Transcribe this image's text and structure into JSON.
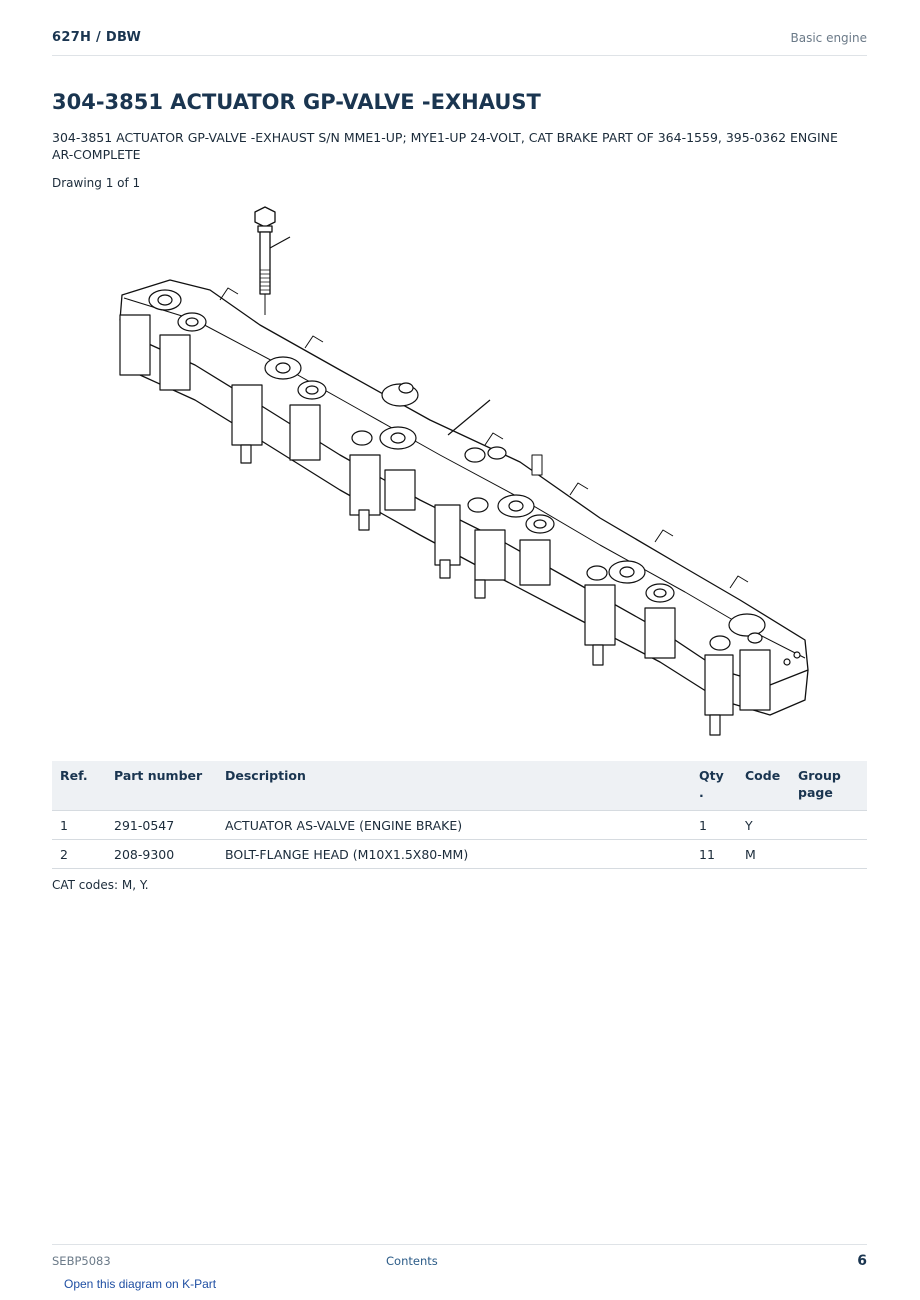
{
  "header": {
    "model": "627H  /  DBW",
    "section": "Basic engine"
  },
  "title": "304-3851 ACTUATOR GP-VALVE -EXHAUST",
  "subtitle": "304-3851 ACTUATOR GP-VALVE -EXHAUST S/N MME1-UP; MYE1-UP 24-VOLT, CAT BRAKE PART OF 364-1559, 395-0362 ENGINE AR-COMPLETE",
  "drawing_label": "Drawing 1 of 1",
  "table": {
    "headers": {
      "ref": "Ref.",
      "part_number": "Part number",
      "description": "Description",
      "qty": "Qty .",
      "code": "Code",
      "group_page": "Group page"
    },
    "rows": [
      {
        "ref": "1",
        "part_number": "291-0547",
        "description": "ACTUATOR AS-VALVE (ENGINE BRAKE)",
        "qty": "1",
        "code": "Y",
        "group_page": ""
      },
      {
        "ref": "2",
        "part_number": "208-9300",
        "description": "BOLT-FLANGE HEAD (M10X1.5X80-MM)",
        "qty": "11",
        "code": "M",
        "group_page": ""
      }
    ]
  },
  "cat_codes": "CAT codes: M, Y.",
  "footer": {
    "doc_id": "SEBP5083",
    "contents_link": "Contents",
    "page_number": "6"
  },
  "open_link": "Open this diagram on K-Part"
}
